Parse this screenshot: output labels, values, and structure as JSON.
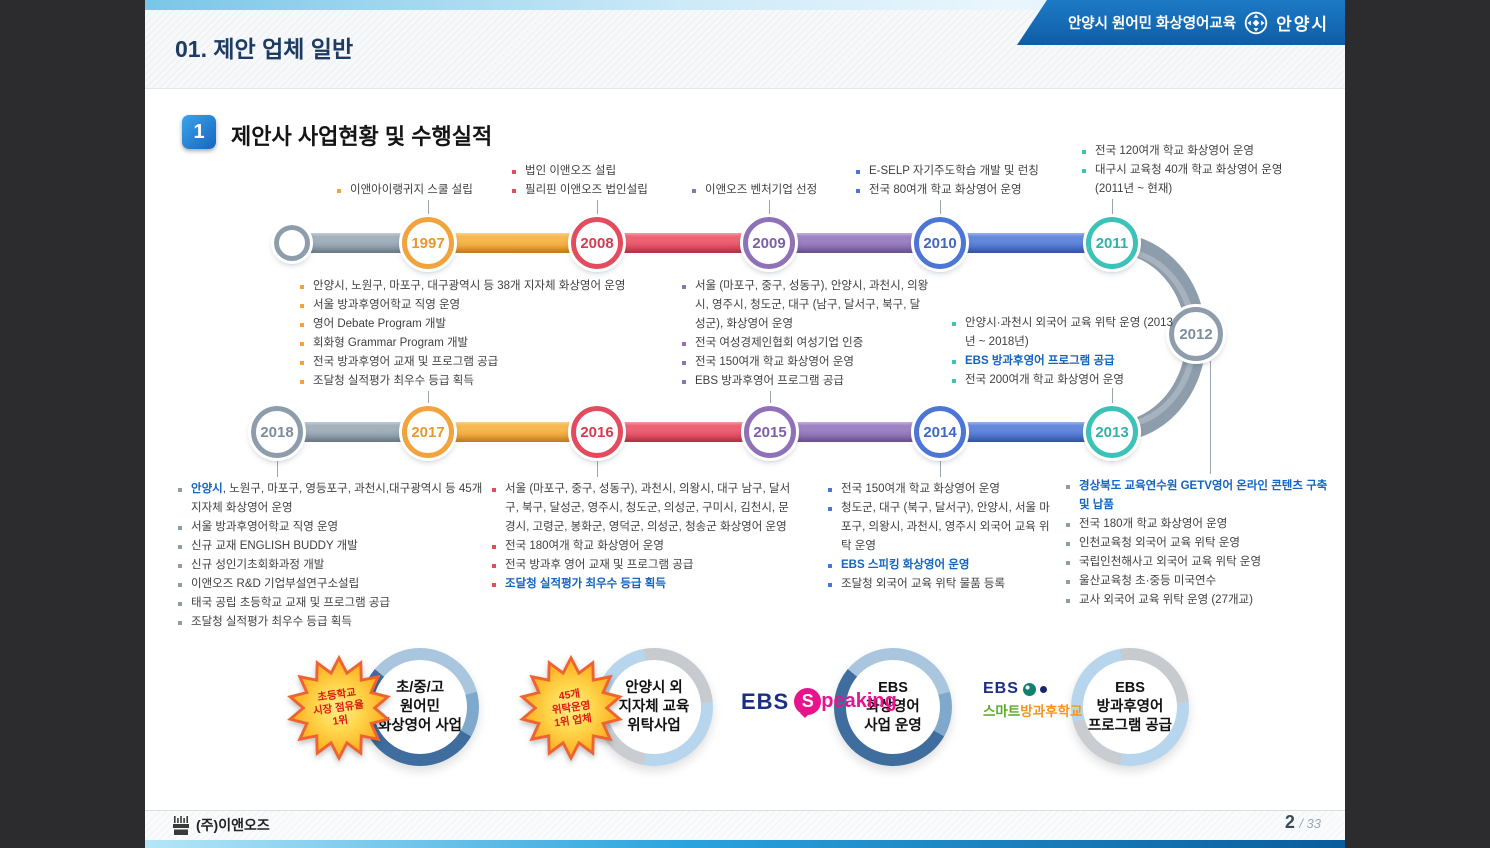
{
  "slide": {
    "top_title": "01. 제안 업체 일반",
    "banner": {
      "text": "안양시 원어민 화상영어교육",
      "city": "안양시",
      "color": "#1b74bf"
    },
    "section": {
      "number": "1",
      "title": "제안사 사업현황 및 수행실적"
    },
    "footer": {
      "company": "(주)이앤오즈",
      "page": "2",
      "page_total": "/ 33"
    }
  },
  "timeline": {
    "palette": {
      "gray": {
        "ring": "#8d9dab",
        "text": "#7d8d9c",
        "bar1": "#a3b1bc",
        "bar2": "#8193a1"
      },
      "orange": {
        "ring": "#f2a33b",
        "text": "#e8982e",
        "bar1": "#f6b84f",
        "bar2": "#e99527"
      },
      "red": {
        "ring": "#e54b5e",
        "text": "#d63b50",
        "bar1": "#ec6375",
        "bar2": "#d93a50"
      },
      "purple": {
        "ring": "#8f71b8",
        "text": "#7c5fa8",
        "bar1": "#9d83c4",
        "bar2": "#7f63a9"
      },
      "blue": {
        "ring": "#4c76d6",
        "text": "#3e68c6",
        "bar1": "#6489dc",
        "bar2": "#3f66c5"
      },
      "teal": {
        "ring": "#3bc3b8",
        "text": "#2fb3a8",
        "bar1": "#52ccc2",
        "bar2": "#2fb0a5"
      }
    },
    "highlight_color": "#1464c0",
    "nodes": [
      {
        "year": "1997",
        "color": "orange",
        "events": [
          {
            "t": "이앤아이랭귀지 스쿨 설립"
          }
        ]
      },
      {
        "year": "2008",
        "color": "red",
        "events": [
          {
            "t": "법인 이앤오즈 설립"
          },
          {
            "t": "필리핀 이앤오즈 법인설립"
          }
        ]
      },
      {
        "year": "2009",
        "color": "purple",
        "events": [
          {
            "t": "이앤오즈 벤처기업 선정"
          }
        ]
      },
      {
        "year": "2010",
        "color": "blue",
        "events": [
          {
            "t": "E-SELP 자기주도학습 개발 및 런칭"
          },
          {
            "t": "전국 80여개 학교 화상영어 운영"
          }
        ]
      },
      {
        "year": "2011",
        "color": "teal",
        "events": [
          {
            "t": "전국 120여개 학교 화상영어 운영"
          },
          {
            "t": "대구시 교육청 40개 학교 화상영어 운영"
          },
          {
            "t": "(2011년 ~ 현재)",
            "cont": true
          }
        ]
      },
      {
        "year": "2012",
        "color": "gray",
        "events": [
          {
            "t": "경상북도 교육연수원 GETV영어 온라인 콘텐츠 구축 및 납품",
            "hl": true
          },
          {
            "t": "전국 180개 학교 화상영어 운영"
          },
          {
            "t": "인천교육청 외국어 교육 위탁 운영"
          },
          {
            "t": "국립인천해사고 외국어 교육 위탁 운영"
          },
          {
            "t": "울산교육청 초·중등 미국연수"
          },
          {
            "t": "교사 외국어 교육 위탁 운영 (27개교)"
          }
        ]
      },
      {
        "year": "2013",
        "color": "teal",
        "events": [
          {
            "t": "안양시·과천시 외국어 교육 위탁 운영 (2013년 ~ 2018년)"
          },
          {
            "t": "EBS 방과후영어 프로그램 공급",
            "hl": true
          },
          {
            "t": "전국 200여개 학교 화상영어 운영"
          }
        ]
      },
      {
        "year": "2014",
        "color": "blue",
        "events": [
          {
            "t": "전국 150여개 학교 화상영어 운영"
          },
          {
            "t": "청도군, 대구 (북구, 달서구), 안양시, 서울 마포구, 의왕시, 과천시, 영주시 외국어 교육 위탁 운영"
          },
          {
            "t": "EBS 스피킹 화상영어 운영",
            "hl": true
          },
          {
            "t": "조달청 외국어 교육 위탁 물품 등록"
          }
        ]
      },
      {
        "year": "2015",
        "color": "purple",
        "events": [
          {
            "t": "서울 (마포구, 중구, 성동구), 안양시, 과천시, 의왕시, 영주시, 청도군, 대구 (남구, 달서구, 북구, 달성군), 화상영어 운영"
          },
          {
            "t": "전국 여성경제인협회 여성기업 인증"
          },
          {
            "t": "전국 150여개 학교 화상영어 운영"
          },
          {
            "t": "EBS 방과후영어 프로그램 공급"
          }
        ]
      },
      {
        "year": "2016",
        "color": "red",
        "events": [
          {
            "t": "서울 (마포구, 중구, 성동구), 과천시, 의왕시, 대구 남구, 달서구, 북구, 달성군, 영주시, 청도군, 의성군, 구미시, 김천시, 문경시, 고령군, 봉화군, 영덕군, 의성군, 청송군 화상영어 운영"
          },
          {
            "t": "전국 180여개 학교 화상영어 운영"
          },
          {
            "t": "전국 방과후 영어 교재 및 프로그램 공급"
          },
          {
            "t": "조달청 실적평가 최우수 등급 획득",
            "hl": true
          }
        ]
      },
      {
        "year": "2017",
        "color": "orange",
        "events": [
          {
            "t": "안양시, 노원구, 마포구, 대구광역시 등 38개 지자체 화상영어 운영"
          },
          {
            "t": "서울 방과후영어학교 직영 운영"
          },
          {
            "t": "영어 Debate Program 개발"
          },
          {
            "t": "회화형 Grammar Program 개발"
          },
          {
            "t": "전국 방과후영어 교재 및 프로그램 공급"
          },
          {
            "t": "조달청 실적평가 최우수 등급 획득"
          }
        ]
      },
      {
        "year": "2018",
        "color": "gray",
        "events": [
          {
            "lead": "안양시",
            "t": ", 노원구, 마포구, 영등포구, 과천시,대구광역시 등 45개 지자체 화상영어 운영"
          },
          {
            "t": "서울 방과후영어학교 직영 운영"
          },
          {
            "t": "신규 교재 ENGLISH BUDDY 개발"
          },
          {
            "t": "신규 성인기초회화과정 개발"
          },
          {
            "t": "이앤오즈 R&D 기업부설연구소설립"
          },
          {
            "t": "태국 공립 초등학교 교재 및 프로그램 공급"
          },
          {
            "t": "조달청 실적평가 최우수 등급 획득"
          }
        ]
      }
    ]
  },
  "badges": [
    {
      "star": [
        "초등학교",
        "시장 점유율",
        "1위"
      ],
      "circle": [
        "초/중/고",
        "원어민",
        "화상영어 사업"
      ],
      "ring": "dark"
    },
    {
      "star": [
        "45개",
        "위탁운영",
        "1위 업체"
      ],
      "circle": [
        "안양시 외",
        "지자체 교육",
        "위탁사업"
      ],
      "ring": "light"
    },
    {
      "logo": "speaking",
      "logo_text": {
        "ebs": "EBS",
        "s": "S",
        "rest": "peaking"
      },
      "circle": [
        "EBS",
        "화상영어",
        "사업 운영"
      ],
      "ring": "dark"
    },
    {
      "logo": "smart",
      "logo_text": {
        "ebs": "EBS",
        "green": "스마트",
        "orange": "방과후학교"
      },
      "circle": [
        "EBS",
        "방과후영어",
        "프로그램 공급"
      ],
      "ring": "light"
    }
  ]
}
